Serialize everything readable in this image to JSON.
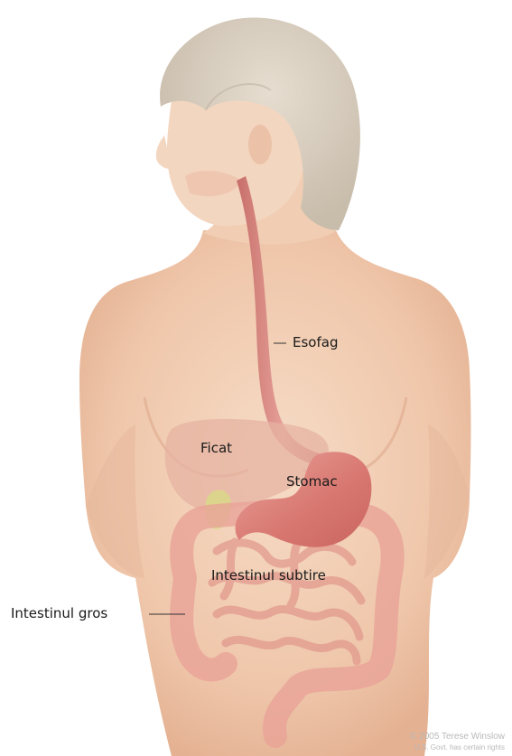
{
  "labels": {
    "esofag": "Esofag",
    "ficat": "Ficat",
    "stomac": "Stomac",
    "intestinul_subtire": "Intestinul subtire",
    "intestinul_gros": "Intestinul gros"
  },
  "credit": {
    "line1": "© 2005 Terese Winslow",
    "line2": "U.S. Govt. has certain rights"
  },
  "colors": {
    "skin": "#f3d3bb",
    "skin_shadow": "#e2b196",
    "hair": "#d9cfc1",
    "esophagus": "#d4807a",
    "stomach": "#dc857f",
    "liver": "#e9b8a6",
    "gallbladder": "#dde08e",
    "intestine": "#eba79b"
  }
}
